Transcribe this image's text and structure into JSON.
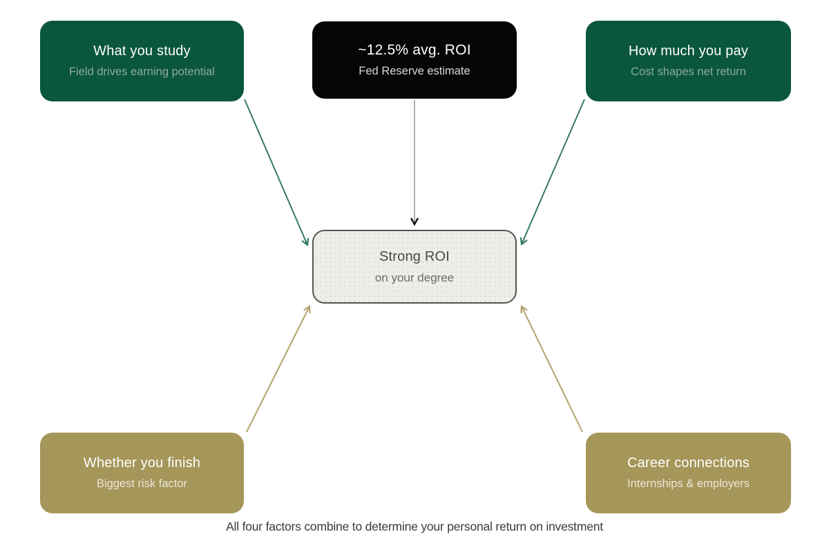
{
  "diagram": {
    "center": {
      "title": "Strong ROI",
      "subtitle": "on your degree"
    },
    "top_note": {
      "title": "~12.5% avg. ROI",
      "subtitle": "Fed Reserve estimate"
    },
    "factors": [
      {
        "id": "what-you-study",
        "title": "What you study",
        "subtitle": "Field drives earning potential",
        "theme": "green"
      },
      {
        "id": "how-much-you-pay",
        "title": "How much you pay",
        "subtitle": "Cost shapes net return",
        "theme": "green"
      },
      {
        "id": "whether-you-finish",
        "title": "Whether you finish",
        "subtitle": "Biggest risk factor",
        "theme": "gold"
      },
      {
        "id": "career-connections",
        "title": "Career connections",
        "subtitle": "Internships & employers",
        "theme": "gold"
      }
    ],
    "caption": "All four factors combine to determine your personal return on investment",
    "colors": {
      "factor_green": "#0a563e",
      "factor_gold": "#a59659",
      "note_black": "#050505",
      "center_fill": "#efede8",
      "center_border": "#55554d",
      "arrow_green": "#35795e",
      "arrow_gold": "#b2a26d",
      "arrow_center_line": "#a9b3a8",
      "arrow_center_head": "#111111"
    }
  }
}
